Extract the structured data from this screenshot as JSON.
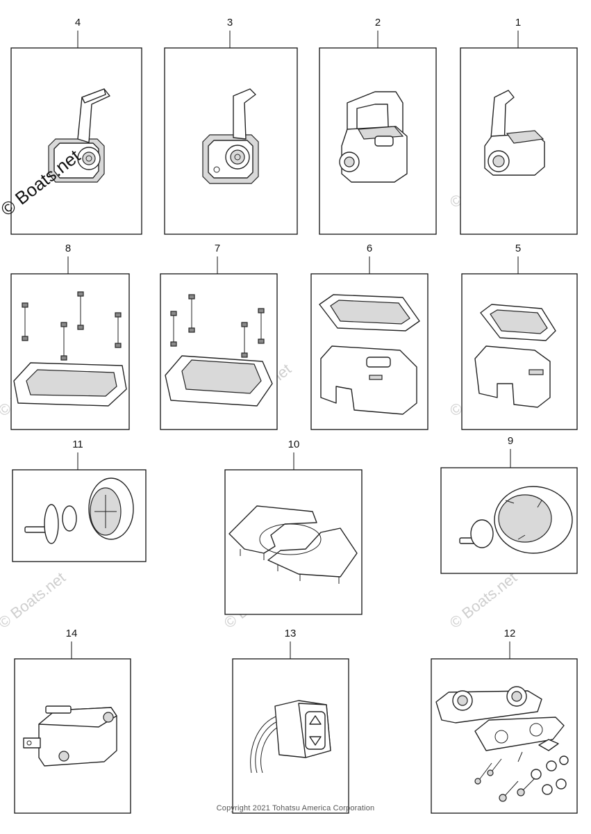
{
  "watermark": "© Boats.net",
  "copyright": "Copyright 2021 Tohatsu America Corporation",
  "parts": [
    {
      "ref": "4"
    },
    {
      "ref": "3"
    },
    {
      "ref": "2"
    },
    {
      "ref": "1"
    },
    {
      "ref": "8"
    },
    {
      "ref": "7"
    },
    {
      "ref": "6"
    },
    {
      "ref": "5"
    },
    {
      "ref": "11"
    },
    {
      "ref": "10"
    },
    {
      "ref": "9"
    },
    {
      "ref": "14"
    },
    {
      "ref": "13"
    },
    {
      "ref": "12"
    }
  ]
}
